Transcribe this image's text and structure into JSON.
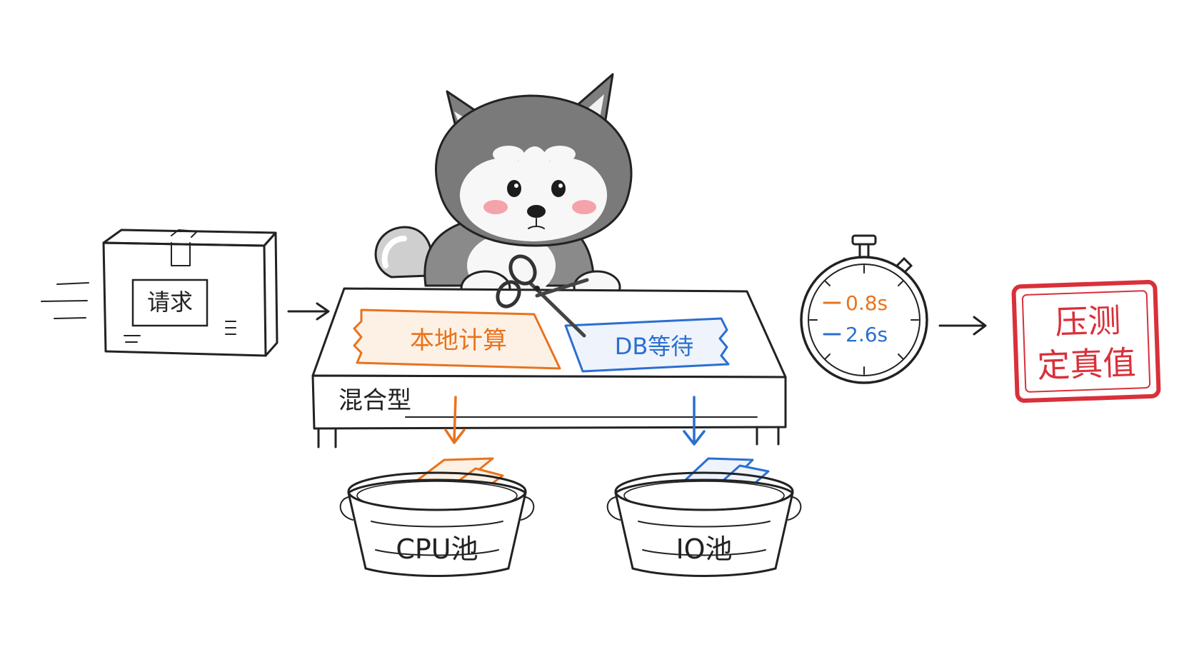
{
  "request_box": {
    "label": "请求"
  },
  "paper_left": {
    "label": "本地计算",
    "color": "#e8731e"
  },
  "paper_right": {
    "label": "DB等待",
    "color": "#2a6fd0"
  },
  "table": {
    "label": "混合型"
  },
  "stopwatch": {
    "reading_local": "0.8s",
    "reading_db": "2.6s",
    "local_color": "#e8731e",
    "db_color": "#2a6fd0"
  },
  "stamp": {
    "line1": "压测",
    "line2": "定真值",
    "color": "#d9303a"
  },
  "basket_left": {
    "label": "CPU池"
  },
  "basket_right": {
    "label": "IO池"
  },
  "icons": {
    "mascot": "husky-puppy-with-scissors",
    "scissors": "scissors-icon",
    "stopwatch": "stopwatch-icon",
    "box": "package-box-icon",
    "basket": "basket-icon"
  }
}
